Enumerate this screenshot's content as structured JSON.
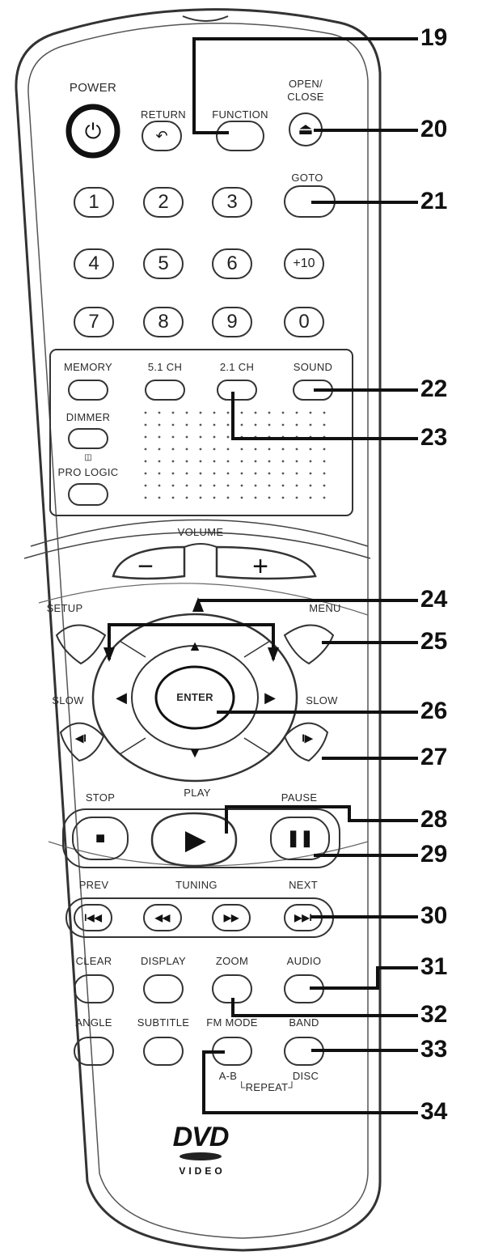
{
  "labels": {
    "power": "POWER",
    "return": "RETURN",
    "function": "FUNCTION",
    "open_close_1": "OPEN/",
    "open_close_2": "CLOSE",
    "goto": "GOTO",
    "memory": "MEMORY",
    "ch51": "5.1 CH",
    "ch21": "2.1 CH",
    "sound": "SOUND",
    "dimmer": "DIMMER",
    "prologic": "PRO LOGIC",
    "volume": "VOLUME",
    "setup": "SETUP",
    "menu": "MENU",
    "enter": "ENTER",
    "slow_left": "SLOW",
    "slow_right": "SLOW",
    "stop": "STOP",
    "play": "PLAY",
    "pause": "PAUSE",
    "prev": "PREV",
    "tuning": "TUNING",
    "next": "NEXT",
    "clear": "CLEAR",
    "display": "DISPLAY",
    "zoom": "ZOOM",
    "audio": "AUDIO",
    "angle": "ANGLE",
    "subtitle": "SUBTITLE",
    "fm_mode": "FM MODE",
    "band": "BAND",
    "ab": "A-B",
    "disc": "DISC",
    "repeat": "└REPEAT┘",
    "dvd": "DVD",
    "video": "VIDEO"
  },
  "digits": [
    "1",
    "2",
    "3",
    "4",
    "5",
    "6",
    "+10",
    "7",
    "8",
    "9",
    "0"
  ],
  "callouts": [
    "19",
    "20",
    "21",
    "22",
    "23",
    "24",
    "25",
    "26",
    "27",
    "28",
    "29",
    "30",
    "31",
    "32",
    "33",
    "34"
  ]
}
